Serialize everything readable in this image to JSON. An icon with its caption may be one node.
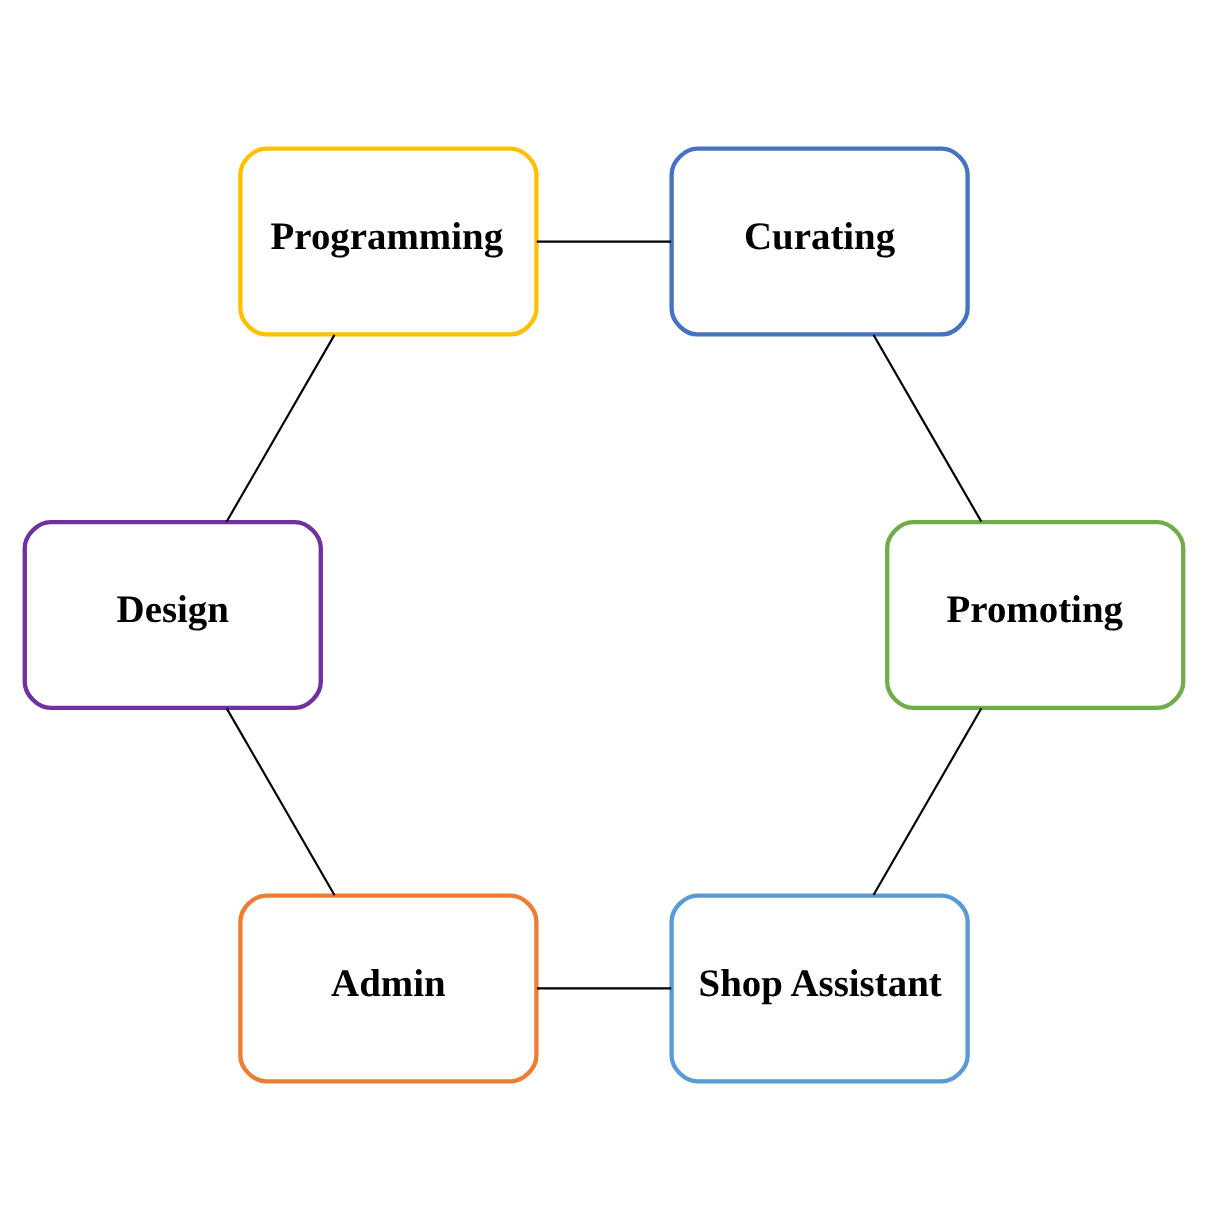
{
  "diagram": {
    "nodes": [
      {
        "text": [
          "Shop Assistant"
        ]
      },
      {
        "text": [
          "Promoting"
        ]
      },
      {
        "text": [
          "Admin"
        ]
      },
      {
        "text": [
          "Curating"
        ]
      },
      {
        "text": [
          "Design"
        ]
      },
      {
        "text": [
          "Programming"
        ]
      }
    ],
    "edges": [
      {
        "from": 0,
        "to": 2,
        "arrow": "none"
      },
      {
        "from": 2,
        "to": 4,
        "arrow": "none"
      },
      {
        "from": 4,
        "to": 5,
        "arrow": "none"
      },
      {
        "from": 5,
        "to": 3,
        "arrow": "none"
      },
      {
        "from": 3,
        "to": 1,
        "arrow": "none"
      },
      {
        "from": 1,
        "to": 0,
        "arrow": "none"
      }
    ]
  }
}
